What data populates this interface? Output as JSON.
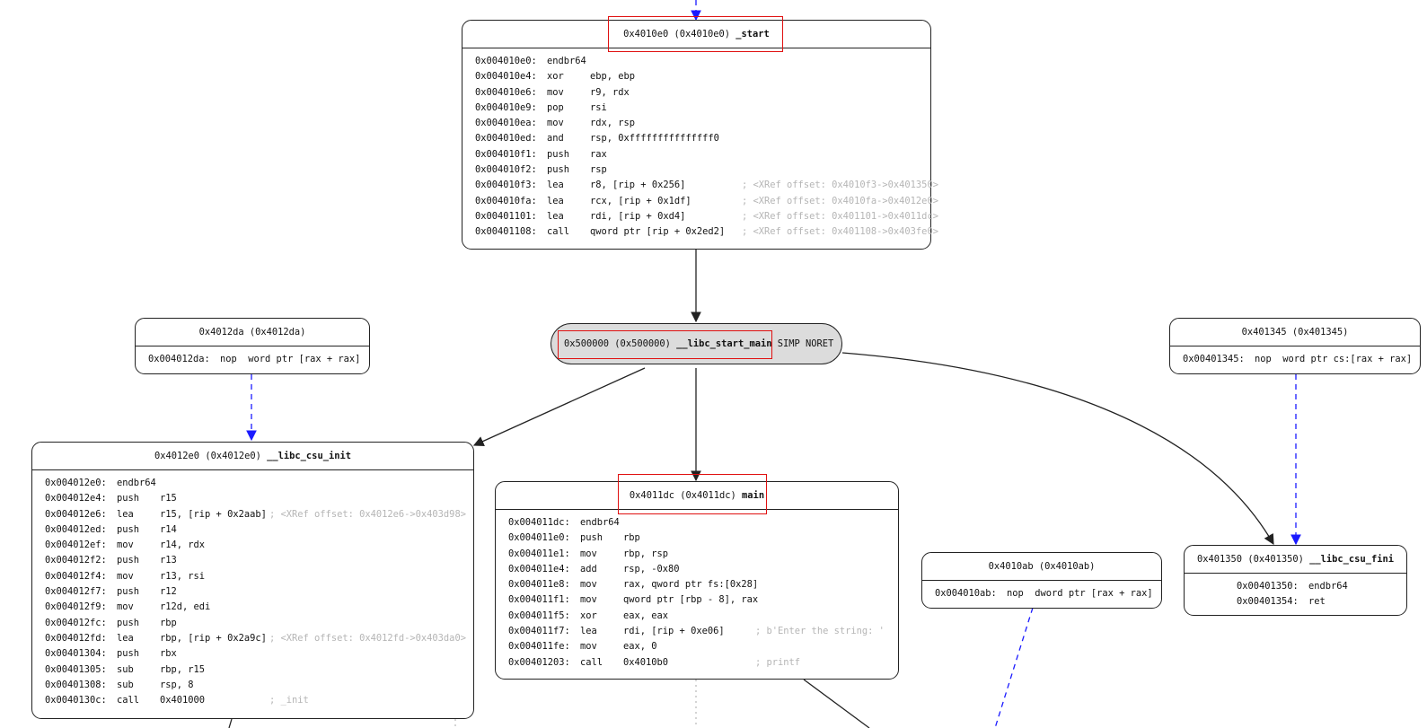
{
  "nodes": {
    "start": {
      "header_addr": "0x4010e0 (0x4010e0)",
      "header_name": "_start",
      "rows": [
        {
          "addr": "0x004010e0:",
          "mnem": "endbr64",
          "ops": "",
          "comment": ""
        },
        {
          "addr": "0x004010e4:",
          "mnem": "xor",
          "ops": "ebp, ebp",
          "comment": ""
        },
        {
          "addr": "0x004010e6:",
          "mnem": "mov",
          "ops": "r9, rdx",
          "comment": ""
        },
        {
          "addr": "0x004010e9:",
          "mnem": "pop",
          "ops": "rsi",
          "comment": ""
        },
        {
          "addr": "0x004010ea:",
          "mnem": "mov",
          "ops": "rdx, rsp",
          "comment": ""
        },
        {
          "addr": "0x004010ed:",
          "mnem": "and",
          "ops": "rsp, 0xfffffffffffffff0",
          "comment": ""
        },
        {
          "addr": "0x004010f1:",
          "mnem": "push",
          "ops": "rax",
          "comment": ""
        },
        {
          "addr": "0x004010f2:",
          "mnem": "push",
          "ops": "rsp",
          "comment": ""
        },
        {
          "addr": "0x004010f3:",
          "mnem": "lea",
          "ops": "r8, [rip + 0x256]",
          "comment": "; <XRef offset: 0x4010f3->0x401350>"
        },
        {
          "addr": "0x004010fa:",
          "mnem": "lea",
          "ops": "rcx, [rip + 0x1df]",
          "comment": "; <XRef offset: 0x4010fa->0x4012e0>"
        },
        {
          "addr": "0x00401101:",
          "mnem": "lea",
          "ops": "rdi, [rip + 0xd4]",
          "comment": "; <XRef offset: 0x401101->0x4011dc>"
        },
        {
          "addr": "0x00401108:",
          "mnem": "call",
          "ops": "qword ptr [rip + 0x2ed2]",
          "comment": "; <XRef offset: 0x401108->0x403fe0>"
        }
      ]
    },
    "n4012da": {
      "header_addr": "0x4012da (0x4012da)",
      "header_name": "",
      "rows": [
        {
          "addr": "0x004012da:",
          "mnem": "nop",
          "ops": "word ptr [rax + rax]",
          "comment": ""
        }
      ]
    },
    "libc_start_main": {
      "label_addr": "0x500000 (0x500000)",
      "label_name": "__libc_start_main",
      "suffix": "SIMP NORET"
    },
    "n401345": {
      "header_addr": "0x401345 (0x401345)",
      "header_name": "",
      "rows": [
        {
          "addr": "0x00401345:",
          "mnem": "nop",
          "ops": "word ptr cs:[rax + rax]",
          "comment": ""
        }
      ]
    },
    "csu_init": {
      "header_addr": "0x4012e0 (0x4012e0)",
      "header_name": "__libc_csu_init",
      "rows": [
        {
          "addr": "0x004012e0:",
          "mnem": "endbr64",
          "ops": "",
          "comment": ""
        },
        {
          "addr": "0x004012e4:",
          "mnem": "push",
          "ops": "r15",
          "comment": ""
        },
        {
          "addr": "0x004012e6:",
          "mnem": "lea",
          "ops": "r15, [rip + 0x2aab]",
          "comment": "; <XRef offset: 0x4012e6->0x403d98>"
        },
        {
          "addr": "0x004012ed:",
          "mnem": "push",
          "ops": "r14",
          "comment": ""
        },
        {
          "addr": "0x004012ef:",
          "mnem": "mov",
          "ops": "r14, rdx",
          "comment": ""
        },
        {
          "addr": "0x004012f2:",
          "mnem": "push",
          "ops": "r13",
          "comment": ""
        },
        {
          "addr": "0x004012f4:",
          "mnem": "mov",
          "ops": "r13, rsi",
          "comment": ""
        },
        {
          "addr": "0x004012f7:",
          "mnem": "push",
          "ops": "r12",
          "comment": ""
        },
        {
          "addr": "0x004012f9:",
          "mnem": "mov",
          "ops": "r12d, edi",
          "comment": ""
        },
        {
          "addr": "0x004012fc:",
          "mnem": "push",
          "ops": "rbp",
          "comment": ""
        },
        {
          "addr": "0x004012fd:",
          "mnem": "lea",
          "ops": "rbp, [rip + 0x2a9c]",
          "comment": "; <XRef offset: 0x4012fd->0x403da0>"
        },
        {
          "addr": "0x00401304:",
          "mnem": "push",
          "ops": "rbx",
          "comment": ""
        },
        {
          "addr": "0x00401305:",
          "mnem": "sub",
          "ops": "rbp, r15",
          "comment": ""
        },
        {
          "addr": "0x00401308:",
          "mnem": "sub",
          "ops": "rsp, 8",
          "comment": ""
        },
        {
          "addr": "0x0040130c:",
          "mnem": "call",
          "ops": "0x401000",
          "comment": "; _init"
        }
      ]
    },
    "main": {
      "header_addr": "0x4011dc (0x4011dc)",
      "header_name": "main",
      "rows": [
        {
          "addr": "0x004011dc:",
          "mnem": "endbr64",
          "ops": "",
          "comment": ""
        },
        {
          "addr": "0x004011e0:",
          "mnem": "push",
          "ops": "rbp",
          "comment": ""
        },
        {
          "addr": "0x004011e1:",
          "mnem": "mov",
          "ops": "rbp, rsp",
          "comment": ""
        },
        {
          "addr": "0x004011e4:",
          "mnem": "add",
          "ops": "rsp, -0x80",
          "comment": ""
        },
        {
          "addr": "0x004011e8:",
          "mnem": "mov",
          "ops": "rax, qword ptr fs:[0x28]",
          "comment": ""
        },
        {
          "addr": "0x004011f1:",
          "mnem": "mov",
          "ops": "qword ptr [rbp - 8], rax",
          "comment": ""
        },
        {
          "addr": "0x004011f5:",
          "mnem": "xor",
          "ops": "eax, eax",
          "comment": ""
        },
        {
          "addr": "0x004011f7:",
          "mnem": "lea",
          "ops": "rdi, [rip + 0xe06]",
          "comment": "; b'Enter the string: '"
        },
        {
          "addr": "0x004011fe:",
          "mnem": "mov",
          "ops": "eax, 0",
          "comment": ""
        },
        {
          "addr": "0x00401203:",
          "mnem": "call",
          "ops": "0x4010b0",
          "comment": "; printf"
        }
      ]
    },
    "n4010ab": {
      "header_addr": "0x4010ab (0x4010ab)",
      "header_name": "",
      "rows": [
        {
          "addr": "0x004010ab:",
          "mnem": "nop",
          "ops": "dword ptr [rax + rax]",
          "comment": ""
        }
      ]
    },
    "csu_fini": {
      "header_addr": "0x401350 (0x401350)",
      "header_name": "__libc_csu_fini",
      "rows": [
        {
          "addr": "0x00401350:",
          "mnem": "endbr64",
          "ops": "",
          "comment": ""
        },
        {
          "addr": "0x00401354:",
          "mnem": "ret",
          "ops": "",
          "comment": ""
        }
      ]
    }
  },
  "colors": {
    "edge": "#222222",
    "fallthrough_edge": "#1a1aff",
    "highlight": "#e01010",
    "comment": "#b5b5b5",
    "external_fill": "#dcdcdc"
  }
}
